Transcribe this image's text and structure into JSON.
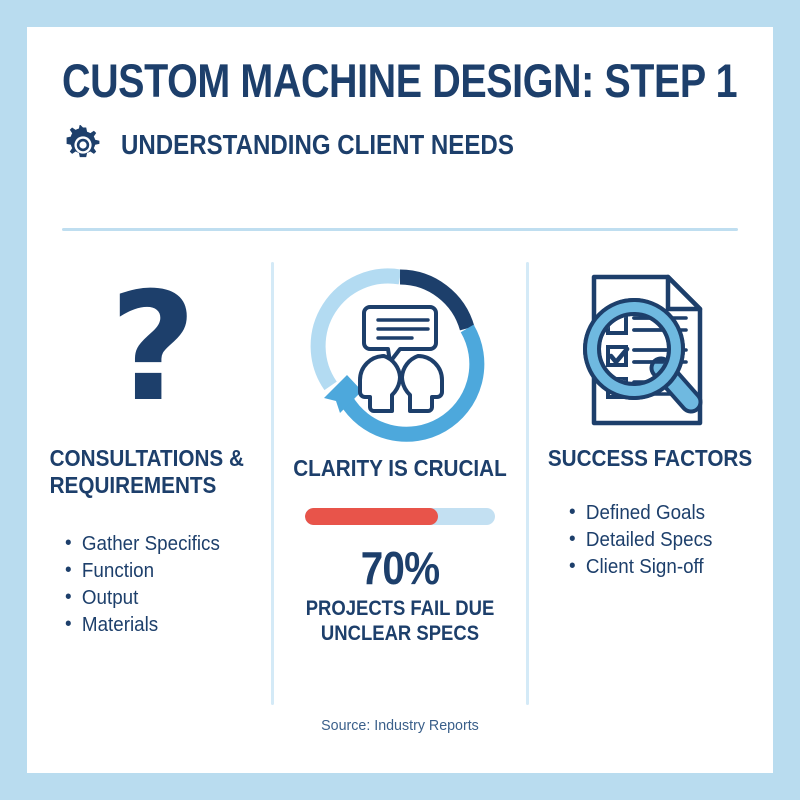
{
  "header": {
    "title": "CUSTOM MACHINE DESIGN: STEP 1",
    "subtitle": "UNDERSTANDING CLIENT NEEDS",
    "gear_icon": "gear-icon"
  },
  "columns": {
    "left": {
      "icon": "question-mark-icon",
      "icon_glyph": "?",
      "heading": "CONSULTATIONS & REQUIREMENTS",
      "bullets": [
        "Gather Specifics",
        "Function",
        "Output",
        "Materials"
      ]
    },
    "center": {
      "icon": "conversation-cycle-icon",
      "heading": "CLARITY IS CRUCIAL",
      "progress": {
        "value": 70,
        "max": 100,
        "fill_color": "#e8544a",
        "track_color": "#c3e0f2"
      },
      "stat_number": "70%",
      "stat_caption_line1": "PROJECTS FAIL DUE",
      "stat_caption_line2": "UNCLEAR SPECS"
    },
    "right": {
      "icon": "document-magnifier-icon",
      "heading": "SUCCESS FACTORS",
      "bullets": [
        "Defined Goals",
        "Detailed Specs",
        "Client Sign-off"
      ]
    }
  },
  "footer": {
    "source": "Source: Industry Reports"
  },
  "chart_data": {
    "type": "bar",
    "title": "Projects failing due to unclear specs",
    "categories": [
      "Projects fail due to unclear specs"
    ],
    "values": [
      70
    ],
    "unit": "%",
    "ylim": [
      0,
      100
    ],
    "xlabel": "",
    "ylabel": "",
    "grid": false,
    "legend": false,
    "annotations": [
      "70%",
      "PROJECTS FAIL DUE",
      "UNCLEAR SPECS"
    ]
  },
  "colors": {
    "page_border": "#b9dcef",
    "card_background": "#ffffff",
    "navy": "#1d3f6b",
    "mid_blue": "#4da8dc",
    "light_blue": "#b3dbf2",
    "rule": "#bfdef0",
    "accent_red": "#e8544a"
  }
}
